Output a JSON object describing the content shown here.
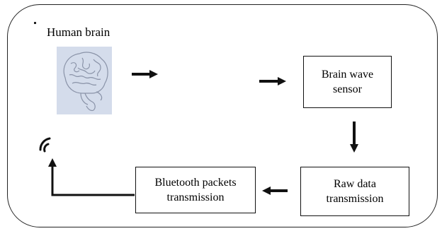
{
  "diagram": {
    "source": {
      "label": "Human brain",
      "image_icon": "brain-icon"
    },
    "nodes": [
      {
        "id": "sensor",
        "lines": [
          "Brain wave",
          "sensor"
        ]
      },
      {
        "id": "raw",
        "lines": [
          "Raw data",
          "transmission"
        ]
      },
      {
        "id": "bluetooth",
        "lines": [
          "Bluetooth packets",
          "transmission"
        ]
      }
    ],
    "output_icon": "wireless-signal-icon",
    "colors": {
      "stroke": "#111111",
      "brain_background": "#d4dceb",
      "brain_line": "#8a93a8"
    }
  }
}
